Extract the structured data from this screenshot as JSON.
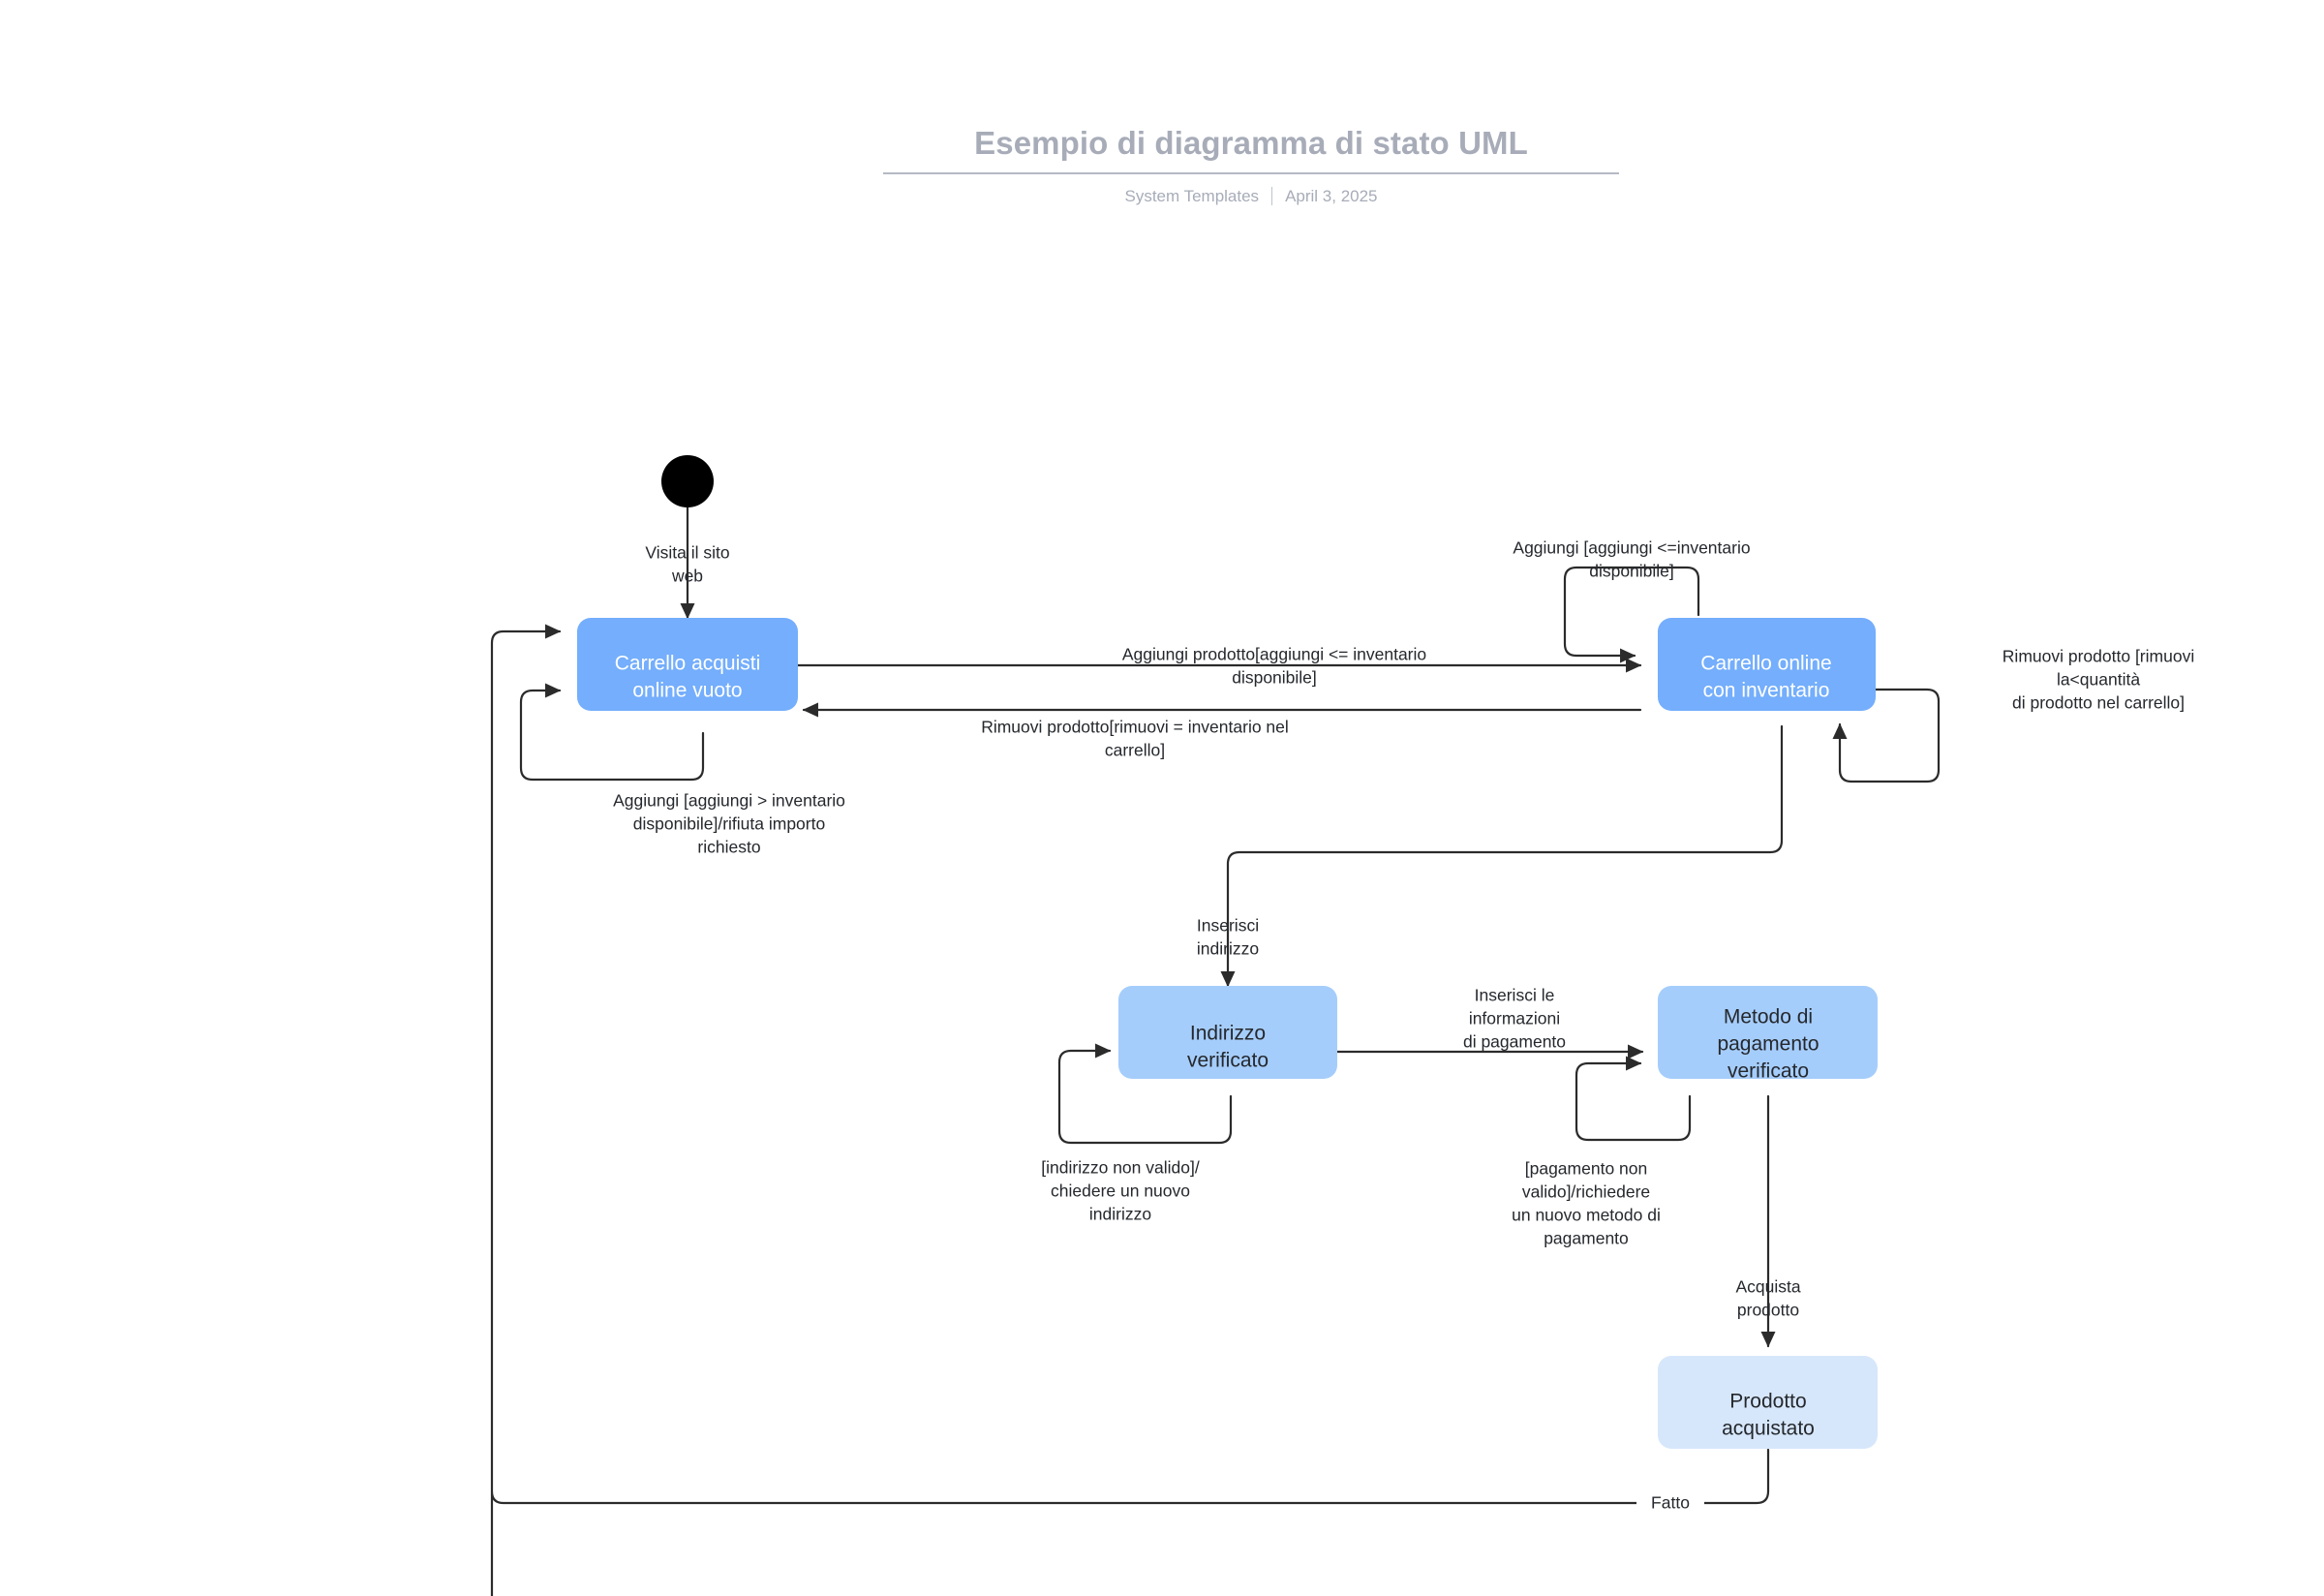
{
  "header": {
    "title": "Esempio di diagramma di stato UML",
    "author": "System Templates",
    "date": "April 3, 2025"
  },
  "diagram": {
    "type": "uml-state-diagram",
    "colors": {
      "node_strong": "#74aefc",
      "node_mid": "#a5cdfb",
      "node_light": "#d7e7fb",
      "edge": "#2b2b2b",
      "title": "#a7acb8",
      "background": "#ffffff"
    },
    "initial_state": {
      "name": "initial-state-marker"
    },
    "nodes": [
      {
        "id": "empty_cart",
        "label_line1": "Carrello acquisti",
        "label_line2": "online vuoto",
        "label_line3": "",
        "style": "strong"
      },
      {
        "id": "cart_inventory",
        "label_line1": "Carrello online",
        "label_line2": "con inventario",
        "label_line3": "",
        "style": "strong"
      },
      {
        "id": "address",
        "label_line1": "Indirizzo",
        "label_line2": "verificato",
        "label_line3": "",
        "style": "mid"
      },
      {
        "id": "payment",
        "label_line1": "Metodo di",
        "label_line2": "pagamento",
        "label_line3": "verificato",
        "style": "mid"
      },
      {
        "id": "purchased",
        "label_line1": "Prodotto",
        "label_line2": "acquistato",
        "label_line3": "",
        "style": "light"
      }
    ],
    "edges": [
      {
        "id": "e_start",
        "from": "initial",
        "to": "empty_cart",
        "label_line1": "Visita il sito",
        "label_line2": "web",
        "label_line3": "",
        "label_line4": ""
      },
      {
        "id": "e_add",
        "from": "empty_cart",
        "to": "cart_inventory",
        "label_line1": "Aggiungi prodotto[aggiungi <= inventario",
        "label_line2": "disponibile]",
        "label_line3": "",
        "label_line4": ""
      },
      {
        "id": "e_remove",
        "from": "cart_inventory",
        "to": "empty_cart",
        "label_line1": "Rimuovi prodotto[rimuovi = inventario nel",
        "label_line2": "carrello]",
        "label_line3": "",
        "label_line4": ""
      },
      {
        "id": "e_self_empty",
        "from": "empty_cart",
        "to": "empty_cart",
        "label_line1": "Aggiungi [aggiungi > inventario",
        "label_line2": "disponibile]/rifiuta importo",
        "label_line3": "richiesto",
        "label_line4": ""
      },
      {
        "id": "e_self_inv_top",
        "from": "cart_inventory",
        "to": "cart_inventory",
        "label_line1": "Aggiungi [aggiungi <=inventario",
        "label_line2": "disponibile]",
        "label_line3": "",
        "label_line4": ""
      },
      {
        "id": "e_self_inv_rt",
        "from": "cart_inventory",
        "to": "cart_inventory",
        "label_line1": "Rimuovi prodotto [rimuovi",
        "label_line2": "la<quantità",
        "label_line3": "di prodotto nel carrello]",
        "label_line4": ""
      },
      {
        "id": "e_to_address",
        "from": "cart_inventory",
        "to": "address",
        "label_line1": "Inserisci",
        "label_line2": "indirizzo",
        "label_line3": "",
        "label_line4": ""
      },
      {
        "id": "e_self_address",
        "from": "address",
        "to": "address",
        "label_line1": "[indirizzo non valido]/",
        "label_line2": "chiedere un nuovo",
        "label_line3": "indirizzo",
        "label_line4": ""
      },
      {
        "id": "e_to_payment",
        "from": "address",
        "to": "payment",
        "label_line1": "Inserisci le",
        "label_line2": "informazioni",
        "label_line3": "di pagamento",
        "label_line4": ""
      },
      {
        "id": "e_self_payment",
        "from": "payment",
        "to": "payment",
        "label_line1": "[pagamento non",
        "label_line2": "valido]/richiedere",
        "label_line3": "un nuovo metodo di",
        "label_line4": "pagamento"
      },
      {
        "id": "e_to_purchased",
        "from": "payment",
        "to": "purchased",
        "label_line1": "Acquista",
        "label_line2": "prodotto",
        "label_line3": "",
        "label_line4": ""
      },
      {
        "id": "e_done",
        "from": "purchased",
        "to": "empty_cart",
        "label_line1": "Fatto",
        "label_line2": "",
        "label_line3": "",
        "label_line4": ""
      }
    ]
  }
}
